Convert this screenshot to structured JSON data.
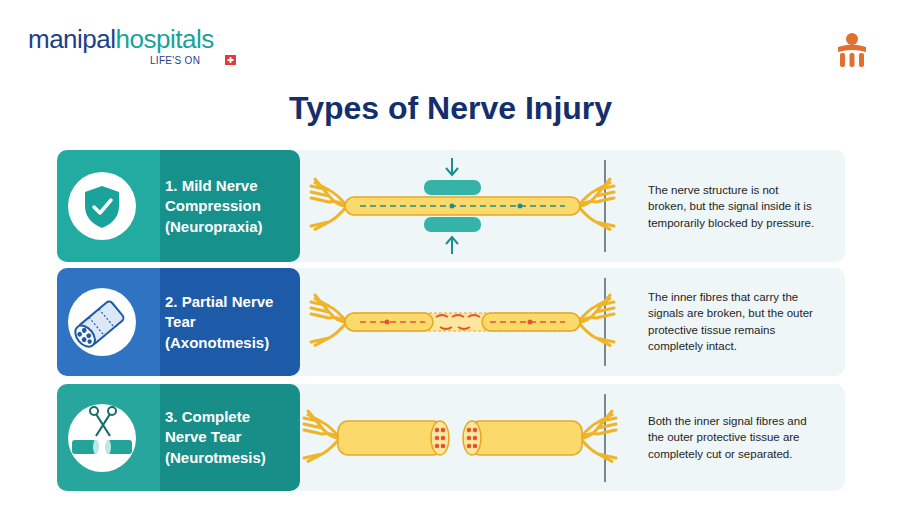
{
  "diagram": {
    "title": "Types of Nerve Injury",
    "nodes": [
      {
        "text": [
          "The nerve structure is not broken, but the signal inside it is temporarily blocked by pressure."
        ]
      },
      {
        "text": [
          "1. Mild Nerve Compression (Neuropraxia)"
        ],
        "in": 0
      },
      {
        "text": [
          "The inner fibres that carry the signals are broken, but the outer protective tissue remains completely intact."
        ]
      },
      {
        "text": [
          "2. Partial Nerve Tear (Axonotmesis)"
        ],
        "in": 2
      },
      {
        "text": [
          "Both the inner signal fibres and the outer protective tissue are completely cut or separated."
        ]
      },
      {
        "text": [
          "3. Complete Nerve Tear (Neurotmesis)"
        ],
        "in": 4
      }
    ],
    "labels": [
      "manipal",
      "hospitals",
      "LIFE'S ON"
    ]
  }
}
